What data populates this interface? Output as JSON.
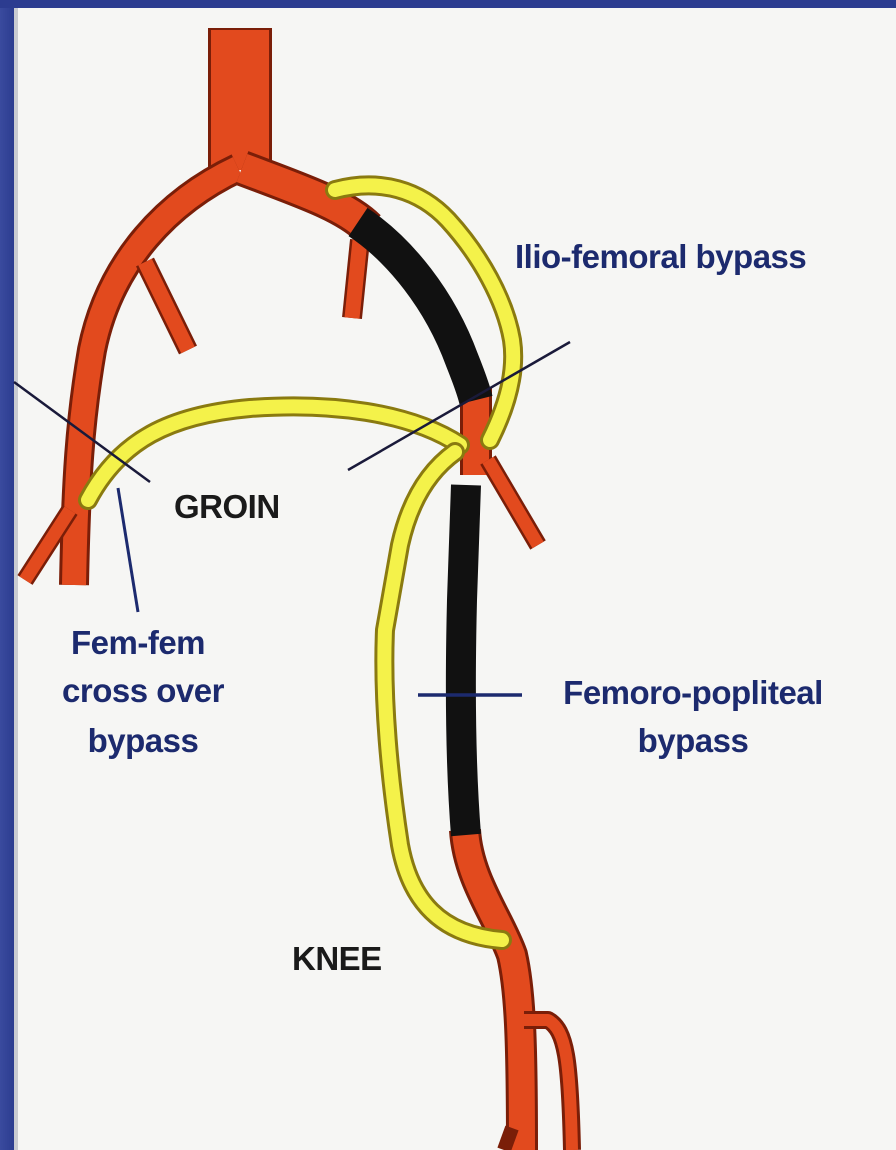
{
  "labels": {
    "ilio_femoral": "Ilio-femoral bypass",
    "groin": "GROIN",
    "fem_fem_line1": "Fem-fem",
    "fem_fem_line2": "cross over",
    "fem_fem_line3": "bypass",
    "femoro_popliteal_line1": "Femoro-popliteal",
    "femoro_popliteal_line2": "bypass",
    "knee": "KNEE"
  },
  "colors": {
    "artery": "#e24a1e",
    "artery_outline": "#7a1e08",
    "occlusion": "#111111",
    "graft": "#f4f24a",
    "graft_outline": "#8a7a10",
    "frame": "#2c3c90",
    "background": "#f6f6f4"
  }
}
